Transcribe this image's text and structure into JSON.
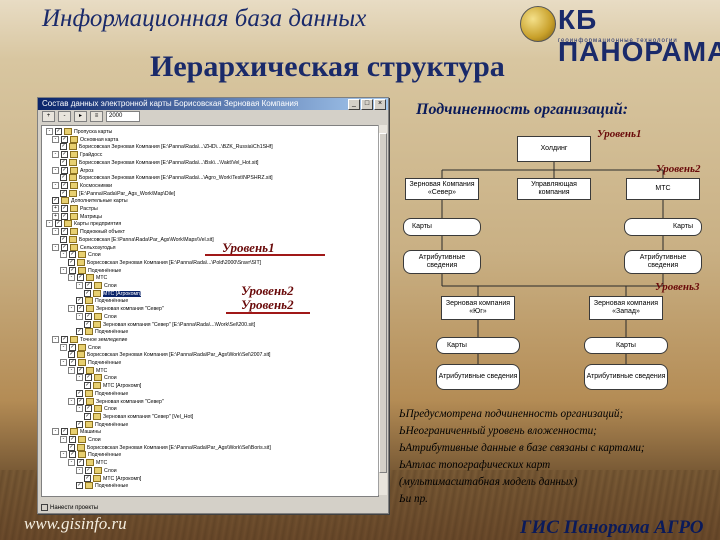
{
  "header": {
    "title": "Информационная база данных",
    "subtitle": "Иерархическая структура",
    "logo_text": "КБ ПАНОРАМА",
    "logo_sub": "геоинформационные технологии"
  },
  "window": {
    "title": "Состав данных электронной карты Борисовская Зерновая Компания",
    "toolbar_combo": "2000",
    "status_label": "Нанести проекты",
    "tree": [
      {
        "t": "Пропуска карты",
        "ex": "-",
        "x": 4
      },
      {
        "t": "Основная карта",
        "ex": "-",
        "x": 10
      },
      {
        "t": "Борисовская Зерновая Компания [E:\\Panna\\Rada\\...\\ZHD\\...\\BZK_Russia\\Ch1SHf]",
        "x": 18
      },
      {
        "t": "Грайдосс",
        "ex": "-",
        "x": 10
      },
      {
        "t": "Борисовская Зерновая Компания [E:\\Panna\\Rada\\...\\Bsk\\...\\Vakt\\Vel_Hot.sit]",
        "x": 18
      },
      {
        "t": "Агроз",
        "ex": "-",
        "x": 10
      },
      {
        "t": "Борисовская Зерновая Компания [E:\\Panna\\Rada\\...\\Agro_Work\\Test\\NPSHRZ.sit]",
        "x": 18
      },
      {
        "t": "Космоснимки",
        "ex": "-",
        "x": 10
      },
      {
        "t": "[E:\\Panna\\Rada\\Par_Ags_Work\\Map\\Dile]",
        "x": 18
      },
      {
        "t": "Дополнительные карты",
        "x": 10
      },
      {
        "t": "Растры",
        "ex": "+",
        "x": 10
      },
      {
        "t": "Матрицы",
        "ex": "+",
        "x": 10
      },
      {
        "t": "Карты предприятия",
        "ex": "-",
        "x": 4
      },
      {
        "t": "Поднокный объект",
        "ex": "-",
        "x": 10
      },
      {
        "t": "Борисовская [E:\\Panna\\Rada\\Par_Ags\\Work\\Maps\\Vel.sit]",
        "x": 18
      },
      {
        "t": "Сельхозугодья",
        "ex": "-",
        "x": 10
      },
      {
        "t": "Слои",
        "ex": "-",
        "x": 18
      },
      {
        "t": "Борисовская Зерновая Компания [E:\\Panna\\Rada\\...\\Pold\\2000\\Sravr\\SIT]",
        "x": 26
      },
      {
        "t": "Подчинённые",
        "ex": "-",
        "x": 18
      },
      {
        "t": "МТС",
        "ex": "-",
        "x": 26
      },
      {
        "t": "Слои",
        "ex": "-",
        "x": 34
      },
      {
        "t": "МТС [Агрокомп]",
        "x": 42,
        "sel": true
      },
      {
        "t": "Подчинённые",
        "x": 34
      },
      {
        "t": "Зерновая компания \"Север\"",
        "ex": "-",
        "x": 26
      },
      {
        "t": "Слои",
        "ex": "-",
        "x": 34
      },
      {
        "t": "Зерновая компания \"Север\" [E:\\Panna\\Rada\\...\\Work\\Sel\\200.sit]",
        "x": 42
      },
      {
        "t": "Подчинённые",
        "x": 34
      },
      {
        "t": "Точное земледелие",
        "ex": "-",
        "x": 10
      },
      {
        "t": "Слои",
        "ex": "-",
        "x": 18
      },
      {
        "t": "Борисовская Зерновая Компания [E:\\Panna\\Rada\\Par_Ags\\Work\\Sel\\2007.sit]",
        "x": 26
      },
      {
        "t": "Подчинённые",
        "ex": "-",
        "x": 18
      },
      {
        "t": "МТС",
        "ex": "-",
        "x": 26
      },
      {
        "t": "Слои",
        "ex": "-",
        "x": 34
      },
      {
        "t": "МТС [Агрокомп]",
        "x": 42
      },
      {
        "t": "Подчинённые",
        "x": 34
      },
      {
        "t": "Зерновая компания \"Север\"",
        "ex": "-",
        "x": 26
      },
      {
        "t": "Слои",
        "ex": "-",
        "x": 34
      },
      {
        "t": "Зерновая компания \"Север\" [Vel_Hot]",
        "x": 42
      },
      {
        "t": "Подчинённые",
        "x": 34
      },
      {
        "t": "Машины",
        "ex": "-",
        "x": 10
      },
      {
        "t": "Слои",
        "ex": "-",
        "x": 18
      },
      {
        "t": "Борисовская Зерновая Компания [E:\\Panna\\Rada\\Par_Ags\\Work\\Sel\\Boris.sit]",
        "x": 26
      },
      {
        "t": "Подчинённые",
        "ex": "-",
        "x": 18
      },
      {
        "t": "МТС",
        "ex": "-",
        "x": 26
      },
      {
        "t": "Слои",
        "ex": "-",
        "x": 34
      },
      {
        "t": "МТС [Агрокомп]",
        "x": 42
      },
      {
        "t": "Подчинённые",
        "x": 34
      }
    ]
  },
  "left_labels": {
    "level1": "Уровень1",
    "level2a": "Уровень2",
    "level2b": "Уровень2"
  },
  "diagram": {
    "heading": "Подчиненность организаций:",
    "holding": "Холдинг",
    "level1": "Уровень1",
    "level2": "Уровень2",
    "level3": "Уровень3",
    "north": "Зерновая Компания «Север»",
    "mgmt": "Управляющая компания",
    "mts": "МТС",
    "maps_l": "Карты",
    "maps_r": "Карты",
    "attr_l": "Атрибутивные сведения",
    "attr_r": "Атрибутивные сведения",
    "south": "Зерновая компания «Юг»",
    "west": "Зерновая компания «Запад»",
    "maps_s": "Карты",
    "maps_w": "Карты",
    "attr_s": "Атрибутивные сведения",
    "attr_w": "Атрибутивные сведения"
  },
  "bullets": [
    "ЬПредусмотрена подчиненность организаций;",
    "ЬНеограниченный уровень вложенности;",
    "ЬАтрибутивные данные в базе связаны с картами;",
    "ЬАтлас топографических карт",
    "(мультимасштабная модель данных)",
    "Ьи пр."
  ],
  "footer": {
    "site": "www.gisinfo.ru",
    "brand": "ГИС Панорама АГРО"
  },
  "colors": {
    "title": "#1a2a6a",
    "level_labels": "#6a0a0a",
    "underline": "#a01818"
  }
}
